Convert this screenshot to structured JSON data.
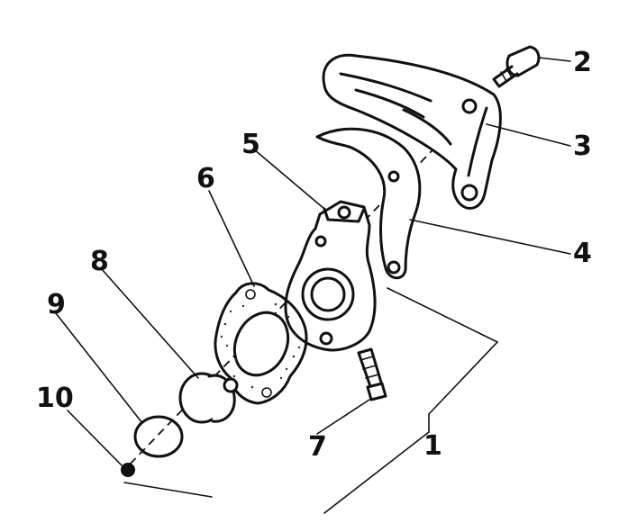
{
  "diagram": {
    "part_labels": [
      {
        "id": "p1",
        "text": "1"
      },
      {
        "id": "p2",
        "text": "2"
      },
      {
        "id": "p3",
        "text": "3"
      },
      {
        "id": "p4",
        "text": "4"
      },
      {
        "id": "p5",
        "text": "5"
      },
      {
        "id": "p6",
        "text": "6"
      },
      {
        "id": "p7",
        "text": "7"
      },
      {
        "id": "p8",
        "text": "8"
      },
      {
        "id": "p9",
        "text": "9"
      },
      {
        "id": "p10",
        "text": "10"
      }
    ]
  }
}
